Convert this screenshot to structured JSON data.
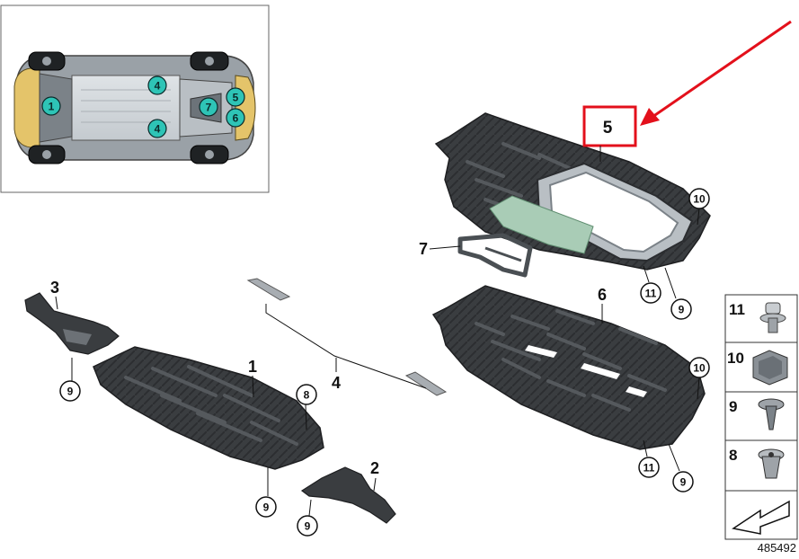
{
  "diagram": {
    "reference_number": "485492",
    "accent_color": "#e3101b",
    "inset_marker_color": "#2ec4b6",
    "parts": {
      "p1": "1",
      "p2": "2",
      "p3": "3",
      "p4": "4",
      "p5": "5",
      "p6": "6",
      "p7": "7"
    },
    "callouts": {
      "c8": "8",
      "c9": "9",
      "c10": "10",
      "c11": "11"
    },
    "inset_markers": {
      "m1": "1",
      "m4": "4",
      "m5": "5",
      "m6": "6",
      "m7": "7"
    },
    "legend": [
      "11",
      "10",
      "9",
      "8"
    ]
  }
}
